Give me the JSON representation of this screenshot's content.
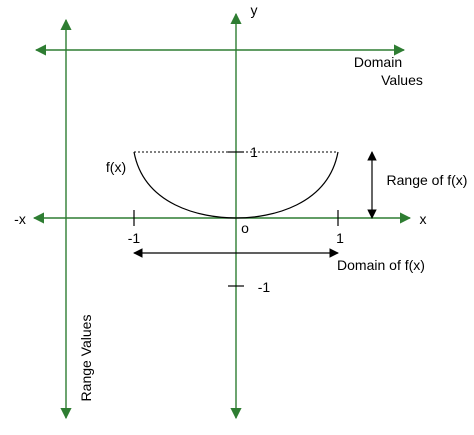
{
  "labels": {
    "y_axis": "y",
    "x_axis": "x",
    "neg_x_axis": "-x",
    "domain_values_line1": "Domain",
    "domain_values_line2": "Values",
    "range_values": "Range Values",
    "function": "f(x)",
    "range_of_f": "Range of f(x)",
    "domain_of_f": "Domain of f(x)",
    "origin": "o",
    "tick_neg1_x": "-1",
    "tick_pos1_x": "1",
    "tick_pos1_y": "1",
    "tick_neg1_y": "-1"
  },
  "colors": {
    "axis": "#2e7d32",
    "curve": "#000000",
    "arrow": "#000000",
    "background": "#ffffff"
  }
}
